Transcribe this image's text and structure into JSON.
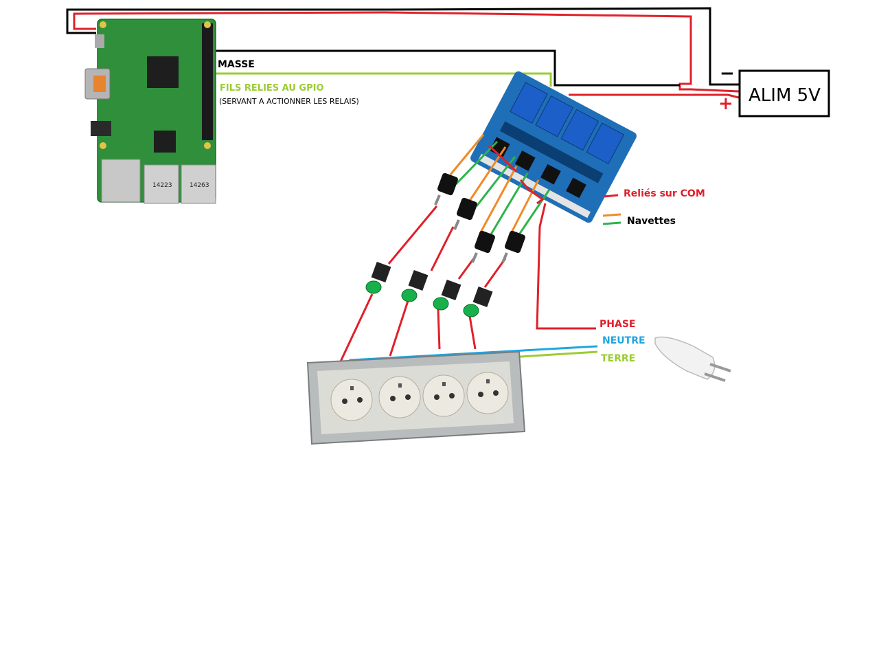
{
  "labels": {
    "masse": "MASSE",
    "gpio_wires": "FILS RELIES AU GPIO",
    "gpio_wires_sub": "(SERVANT A ACTIONNER LES RELAIS)",
    "power_supply": "ALIM 5V",
    "minus": "−",
    "plus": "+",
    "legend_com": "Reliés sur COM",
    "legend_navettes": "Navettes",
    "phase": "PHASE",
    "neutre": "NEUTRE",
    "terre": "TERRE"
  },
  "board_markings": {
    "usb_left": "14223",
    "usb_right": "14263"
  },
  "colors": {
    "red_wire": "#e0202a",
    "black_wire": "#000000",
    "green_gpio_wire": "#9acd32",
    "orange_navette": "#f08a24",
    "green_navette": "#2db34a",
    "blue_neutre": "#1fa6e0",
    "pi_board": "#2f8f3a",
    "relay_board": "#1f6fb8",
    "relay_block": "#1c5fc8"
  }
}
